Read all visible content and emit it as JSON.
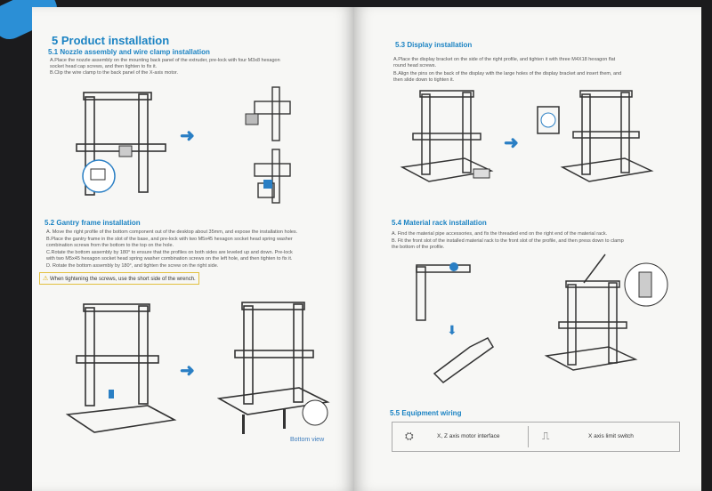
{
  "left": {
    "title": "5 Product installation",
    "s51": {
      "heading": "5.1 Nozzle assembly and wire clamp installation",
      "lines": [
        "A.Place the nozzle assembly on the mounting back panel of the extruder, pre-lock with four M3x8 hexagon",
        "socket head cap screws, and then tighten to fix it.",
        "B.Clip the wire clamp to the back panel of the X-axis motor."
      ]
    },
    "s52": {
      "heading": "5.2 Gantry frame installation",
      "lines": [
        "A. Move the right profile of the bottom component out of the desktop about 35mm, and expose the installation holes.",
        "B.Place the gantry frame in the slot of the base, and pre-lock with two M5x45 hexagon socket head spring washer",
        "combination screws from the bottom to the top on the hole.",
        "C.Rotate the bottom assembly by 180° to ensure that the profiles on both sides are leveled up and down. Pre-lock",
        "with two M5x45 hexagon socket head spring washer combination screws on the left hole, and then tighten to fix it.",
        "D. Rotate the bottom assembly by 180°, and tighten the screw on the right side."
      ],
      "note": "When tightening the screws, use the short side of the wrench.",
      "note_icon": "warning-triangle-icon"
    },
    "bottom_view_label": "Bottom view"
  },
  "right": {
    "s53": {
      "heading": "5.3  Display installation",
      "lines": [
        "A.Place the display bracket on the side of the right profile, and tighten it with three M4X18 hexagon  flat",
        "round head screws.",
        "B.Align the pins on the back of the display with the large holes of the display bracket and insert them, and",
        "then slide down to tighten it."
      ]
    },
    "s54": {
      "heading": "5.4 Material rack installation",
      "lines": [
        "A.  Find the material pipe accessories, and fix the threaded end on the right end of the material rack.",
        "B.  Fit the front slot of the installed material rack to the front slot of the profile, and then press down to clamp",
        "the bottom of the profile."
      ]
    },
    "s55": {
      "heading": "5.5 Equipment wiring",
      "items": [
        {
          "label": "X, Z axis motor interface",
          "icon": "motor-connector-icon"
        },
        {
          "label": "X axis limit switch",
          "icon": "limit-switch-icon"
        }
      ]
    }
  },
  "colors": {
    "accent": "#1b83c3",
    "page": "#f7f7f5",
    "background": "#1b1b1d"
  }
}
